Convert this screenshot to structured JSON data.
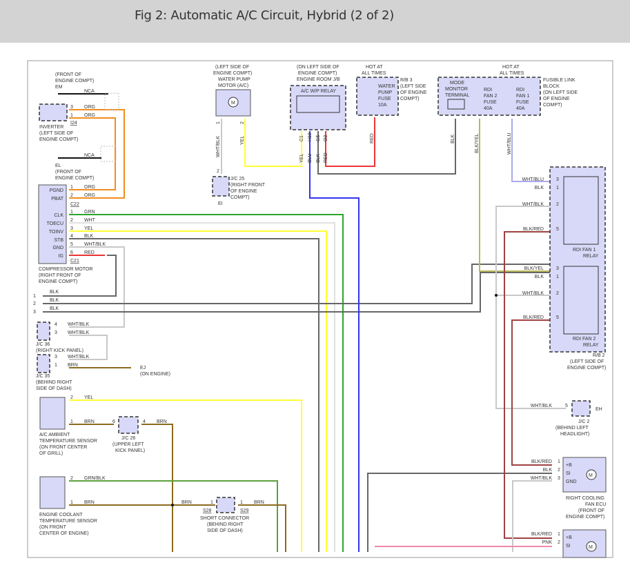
{
  "header": {
    "title": "Fig 2: Automatic A/C Circuit, Hybrid (2 of 2)"
  },
  "colors": {
    "header_bg": "#d3d3d3",
    "component_fill": "#d8d8f8",
    "ORG": "#f28c1e",
    "GRN": "#2aa52a",
    "WHT": "#dddddd",
    "YEL": "#ffff33",
    "BLK": "#555555",
    "RED": "#ee3333",
    "BLU": "#3333ee",
    "BRN": "#8b6a1e",
    "WHT_BLK": "#c8c8c8",
    "WHT_BLU": "#aaaaee",
    "BLK_YEL": "#b8b85a",
    "BLK_RED": "#a04040",
    "PNK": "#ee88aa",
    "GRN_BLK": "#5aa03a"
  },
  "components": {
    "em": {
      "loc1": "(FRONT OF",
      "loc2": "ENGINE COMPT)",
      "name": "EM",
      "wire": "NCA"
    },
    "inverter": {
      "pin1": "3",
      "pin2": "1",
      "wire1": "ORG",
      "wire2": "ORG",
      "conn": "I24",
      "name": "INVERTER",
      "loc1": "(LEFT SIDE OF",
      "loc2": "ENGINE COMPT)"
    },
    "el": {
      "name": "EL",
      "wire": "NCA",
      "loc1": "(FRONT OF",
      "loc2": "ENGINE COMPT)"
    },
    "compressor": {
      "name": "COMPRESSOR MOTOR",
      "loc1": "(RIGHT FRONT OF",
      "loc2": "ENGINE COMPT)",
      "conn_a": "C22",
      "conn_b": "C21",
      "pins": [
        {
          "term": "PGND",
          "pin": "1",
          "wire": "ORG"
        },
        {
          "term": "PBAT",
          "pin": "2",
          "wire": "ORG"
        },
        {
          "term": "CLK",
          "pin": "1",
          "wire": "GRN"
        },
        {
          "term": "TOECU",
          "pin": "2",
          "wire": "WHT"
        },
        {
          "term": "TOINV",
          "pin": "3",
          "wire": "YEL"
        },
        {
          "term": "STB",
          "pin": "4",
          "wire": "BLK"
        },
        {
          "term": "GND",
          "pin": "5",
          "wire": "WHT/BLK"
        },
        {
          "term": "IG",
          "pin": "6",
          "wire": "RED"
        }
      ]
    },
    "bus": [
      {
        "num": "1",
        "wire": "BLK"
      },
      {
        "num": "2",
        "wire": "BLK"
      },
      {
        "num": "3",
        "wire": "BLK"
      }
    ],
    "jc36": {
      "name": "J/C 36",
      "loc": "(RIGHT KICK PANEL)",
      "pin1": "4",
      "wire1": "WHT/BLK",
      "pin2": "3",
      "wire2": "WHT/BLK"
    },
    "jc35": {
      "name": "J/C 35",
      "loc1": "(BEHIND RIGHT",
      "loc2": "SIDE OF DASH)",
      "pin1": "3",
      "wire1": "WHT/BLK",
      "pin2": "1",
      "wire2": "BRN",
      "ground": "EJ",
      "ground_loc": "(ON ENGINE)"
    },
    "ambient": {
      "name1": "A/C AMBIENT",
      "name2": "TEMPERATURE SENSOR",
      "loc1": "(ON FRONT CENTER",
      "loc2": "OF GRILL)",
      "pin1": "2",
      "wire1": "YEL",
      "pin2": "1",
      "wire2": "BRN"
    },
    "jc26": {
      "name": "J/C 26",
      "loc1": "(UPPER LEFT",
      "loc2": "KICK PANEL)",
      "pin_in": "6",
      "pin_out": "4",
      "wire": "BRN"
    },
    "coolant": {
      "name1": "ENGINE COOLANT",
      "name2": "TEMPERATURE SENSOR",
      "loc1": "(ON FRONT",
      "loc2": "CENTER OF ENGINE)",
      "pin1": "2",
      "wire1": "GRN/BLK",
      "pin2": "1",
      "wire2": "BRN",
      "wire3": "BRN"
    },
    "short_conn": {
      "name": "SHORT CONNECTOR",
      "loc1": "(BEHIND RIGHT",
      "loc2": "SIDE OF DASH)",
      "pin_in": "1",
      "pin_out": "1",
      "conn_in": "S28",
      "conn_out": "S29",
      "wire_out": "BRN"
    },
    "water_pump": {
      "loc1": "(LEFT SIDE OF",
      "loc2": "ENGINE COMPT)",
      "name1": "WATER PUMP",
      "name2": "MOTOR (A/C)",
      "pin1": "1",
      "pin2": "2",
      "wire1": "WHT/BLK",
      "wire2": "YEL",
      "motor": "M"
    },
    "jc25": {
      "name": "J/C 25",
      "loc1": "(RIGHT FRONT",
      "loc2": "OF ENGINE",
      "loc3": "COMPT)",
      "pin": "2",
      "ground": "EI"
    },
    "jb": {
      "loc1": "(ON LEFT SIDE OF",
      "loc2": "ENGINE COMPT)",
      "name": "ENGINE ROOM J/B",
      "relay": "A/C W/P RELAY",
      "pins": [
        "C1",
        "H10",
        "G5",
        "O2"
      ],
      "wires": [
        "YEL",
        "BLU",
        "BLK",
        "RED"
      ]
    },
    "rb3": {
      "hot1": "HOT AT",
      "hot2": "ALL TIMES",
      "fuse1": "WATER",
      "fuse2": "PUMP",
      "fuse3": "FUSE",
      "amp": "10A",
      "name": "R/B 3",
      "loc1": "(LEFT SIDE",
      "loc2": "OF ENGINE",
      "loc3": "COMPT)",
      "wire": "RED"
    },
    "fusible": {
      "hot1": "HOT AT",
      "hot2": "ALL TIMES",
      "mode1": "MODE",
      "mode2": "MONITOR",
      "mode3": "TERMINAL",
      "fan2_1": "RDI",
      "fan2_2": "FAN 2",
      "fan2_3": "FUSE",
      "fan2_amp": "40A",
      "fan1_1": "RDI",
      "fan1_2": "FAN 1",
      "fan1_3": "FUSE",
      "fan1_amp": "40A",
      "name1": "FUSIBLE LINK",
      "name2": "BLOCK",
      "loc1": "(ON LEFT SIDE",
      "loc2": "OF ENGINE",
      "loc3": "COMPT)",
      "wires": [
        "BLK",
        "BLK/YEL",
        "WHT/BLU"
      ]
    },
    "relay1": {
      "name1": "RDI FAN 1",
      "name2": "RELAY",
      "pins": [
        {
          "pin": "3",
          "wire": "WHT/BLU"
        },
        {
          "pin": "1",
          "wire": "BLK"
        },
        {
          "pin": "2",
          "wire": "WHT/BLK"
        },
        {
          "pin": "5",
          "wire": "BLK/RED"
        }
      ]
    },
    "relay2": {
      "name1": "RDI FAN 2",
      "name2": "RELAY",
      "pins": [
        {
          "pin": "3",
          "wire": "BLK/YEL"
        },
        {
          "pin": "1",
          "wire": "BLK"
        },
        {
          "pin": "2",
          "wire": "WHT/BLK"
        },
        {
          "pin": "5",
          "wire": "BLK/RED"
        }
      ]
    },
    "rb2": {
      "name": "R/B 2",
      "loc1": "(LEFT SIDE OF",
      "loc2": "ENGINE COMPT)"
    },
    "jc2": {
      "name": "J/C 2",
      "loc1": "(BEHIND LEFT",
      "loc2": "HEADLIGHT)",
      "pin": "5",
      "wire": "WHT/BLK",
      "ground": "EH"
    },
    "fan_ecu_r": {
      "name1": "RIGHT COOLING",
      "name2": "FAN ECU",
      "loc1": "(FRONT OF",
      "loc2": "ENGINE COMPT)",
      "pins": [
        {
          "pin": "1",
          "wire": "BLK/RED",
          "term": "+B"
        },
        {
          "pin": "2",
          "wire": "BLK",
          "term": "SI"
        },
        {
          "pin": "3",
          "wire": "WHT/BLK",
          "term": "GND"
        }
      ],
      "motor": "M"
    },
    "fan_ecu_l": {
      "pins": [
        {
          "pin": "1",
          "wire": "BLK/RED",
          "term": "+B"
        },
        {
          "pin": "2",
          "wire": "PNK",
          "term": "SI"
        }
      ],
      "motor": "M"
    }
  }
}
